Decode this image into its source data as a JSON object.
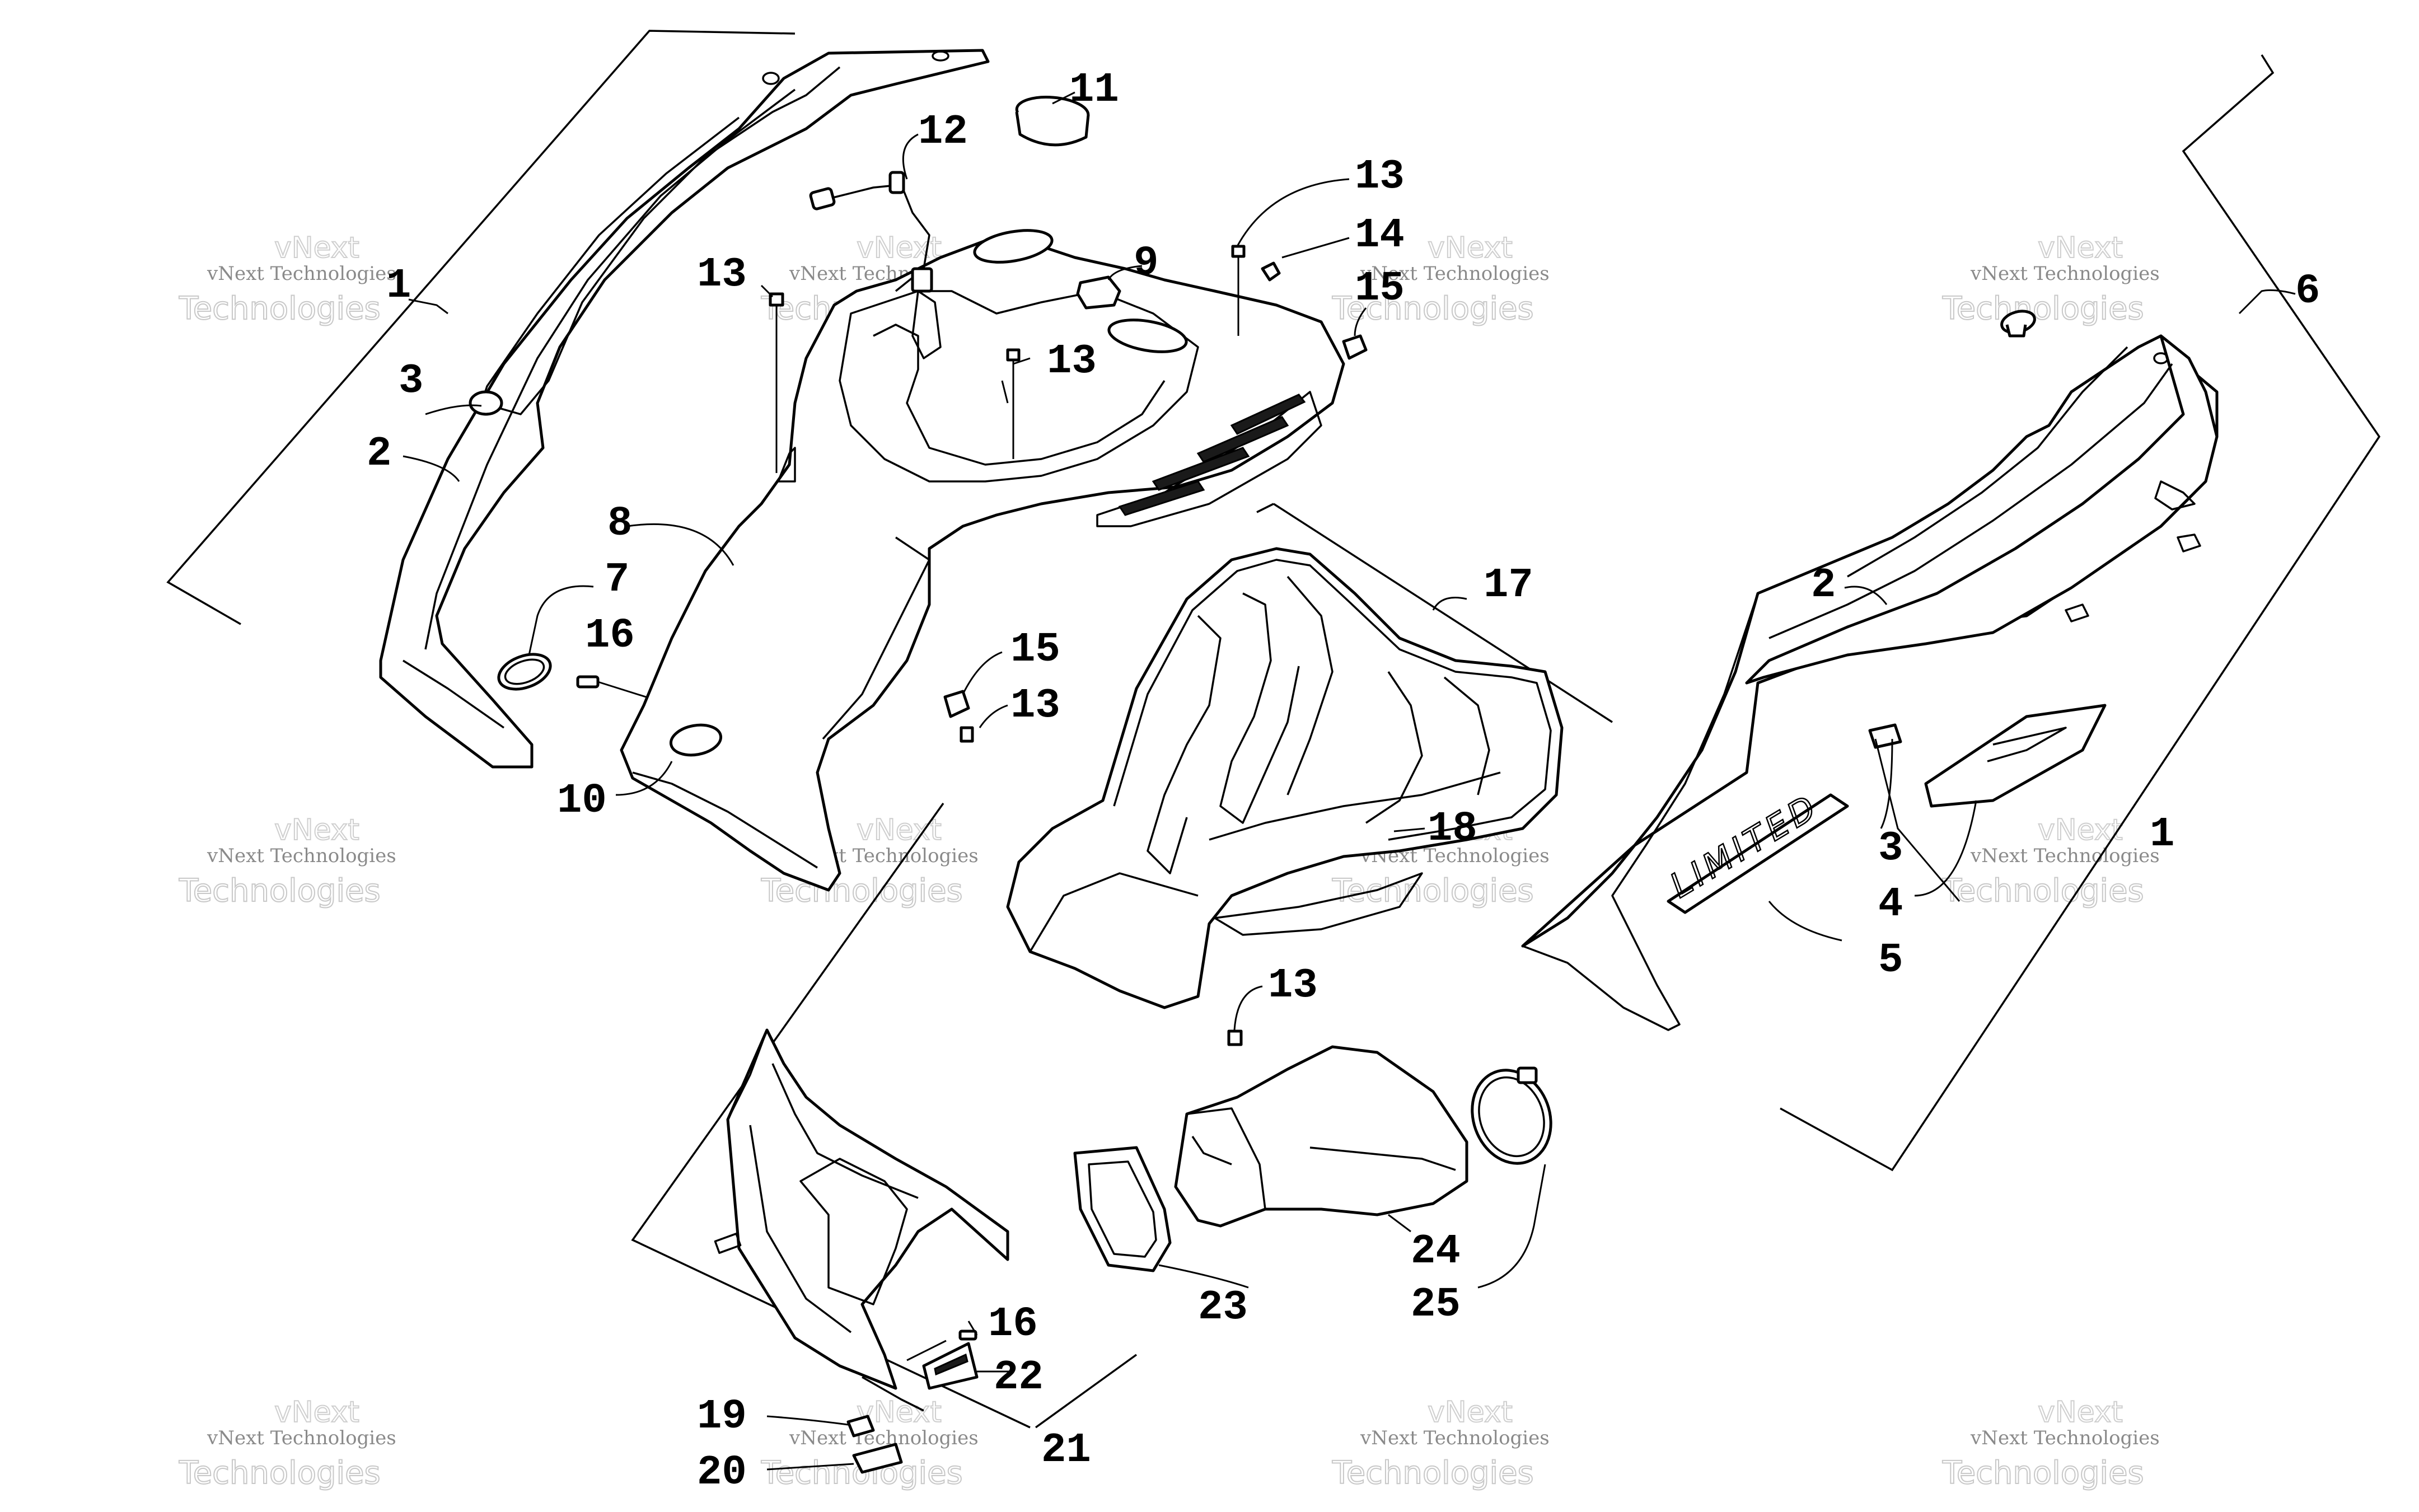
{
  "diagram": {
    "callouts": [
      {
        "id": "c1a",
        "label": "1"
      },
      {
        "id": "c2a",
        "label": "2"
      },
      {
        "id": "c3a",
        "label": "3"
      },
      {
        "id": "c7",
        "label": "7"
      },
      {
        "id": "c16a",
        "label": "16"
      },
      {
        "id": "c10",
        "label": "10"
      },
      {
        "id": "c8",
        "label": "8"
      },
      {
        "id": "c13a",
        "label": "13"
      },
      {
        "id": "c12",
        "label": "12"
      },
      {
        "id": "c11",
        "label": "11"
      },
      {
        "id": "c9",
        "label": "9"
      },
      {
        "id": "c13b",
        "label": "13"
      },
      {
        "id": "c13c",
        "label": "13"
      },
      {
        "id": "c14",
        "label": "14"
      },
      {
        "id": "c15a",
        "label": "15"
      },
      {
        "id": "c15b",
        "label": "15"
      },
      {
        "id": "c13d",
        "label": "13"
      },
      {
        "id": "c17",
        "label": "17"
      },
      {
        "id": "c18",
        "label": "18"
      },
      {
        "id": "c13e",
        "label": "13"
      },
      {
        "id": "c6",
        "label": "6"
      },
      {
        "id": "c2b",
        "label": "2"
      },
      {
        "id": "c1b",
        "label": "1"
      },
      {
        "id": "c3b",
        "label": "3"
      },
      {
        "id": "c4",
        "label": "4"
      },
      {
        "id": "c5",
        "label": "5"
      },
      {
        "id": "c24",
        "label": "24"
      },
      {
        "id": "c25",
        "label": "25"
      },
      {
        "id": "c23",
        "label": "23"
      },
      {
        "id": "c16b",
        "label": "16"
      },
      {
        "id": "c22",
        "label": "22"
      },
      {
        "id": "c19",
        "label": "19"
      },
      {
        "id": "c20",
        "label": "20"
      },
      {
        "id": "c21",
        "label": "21"
      }
    ],
    "decal_text": "LIMITED",
    "watermark": {
      "line1": "vNext Technologies",
      "line2": "Technologies",
      "ghost": "vNext"
    }
  }
}
